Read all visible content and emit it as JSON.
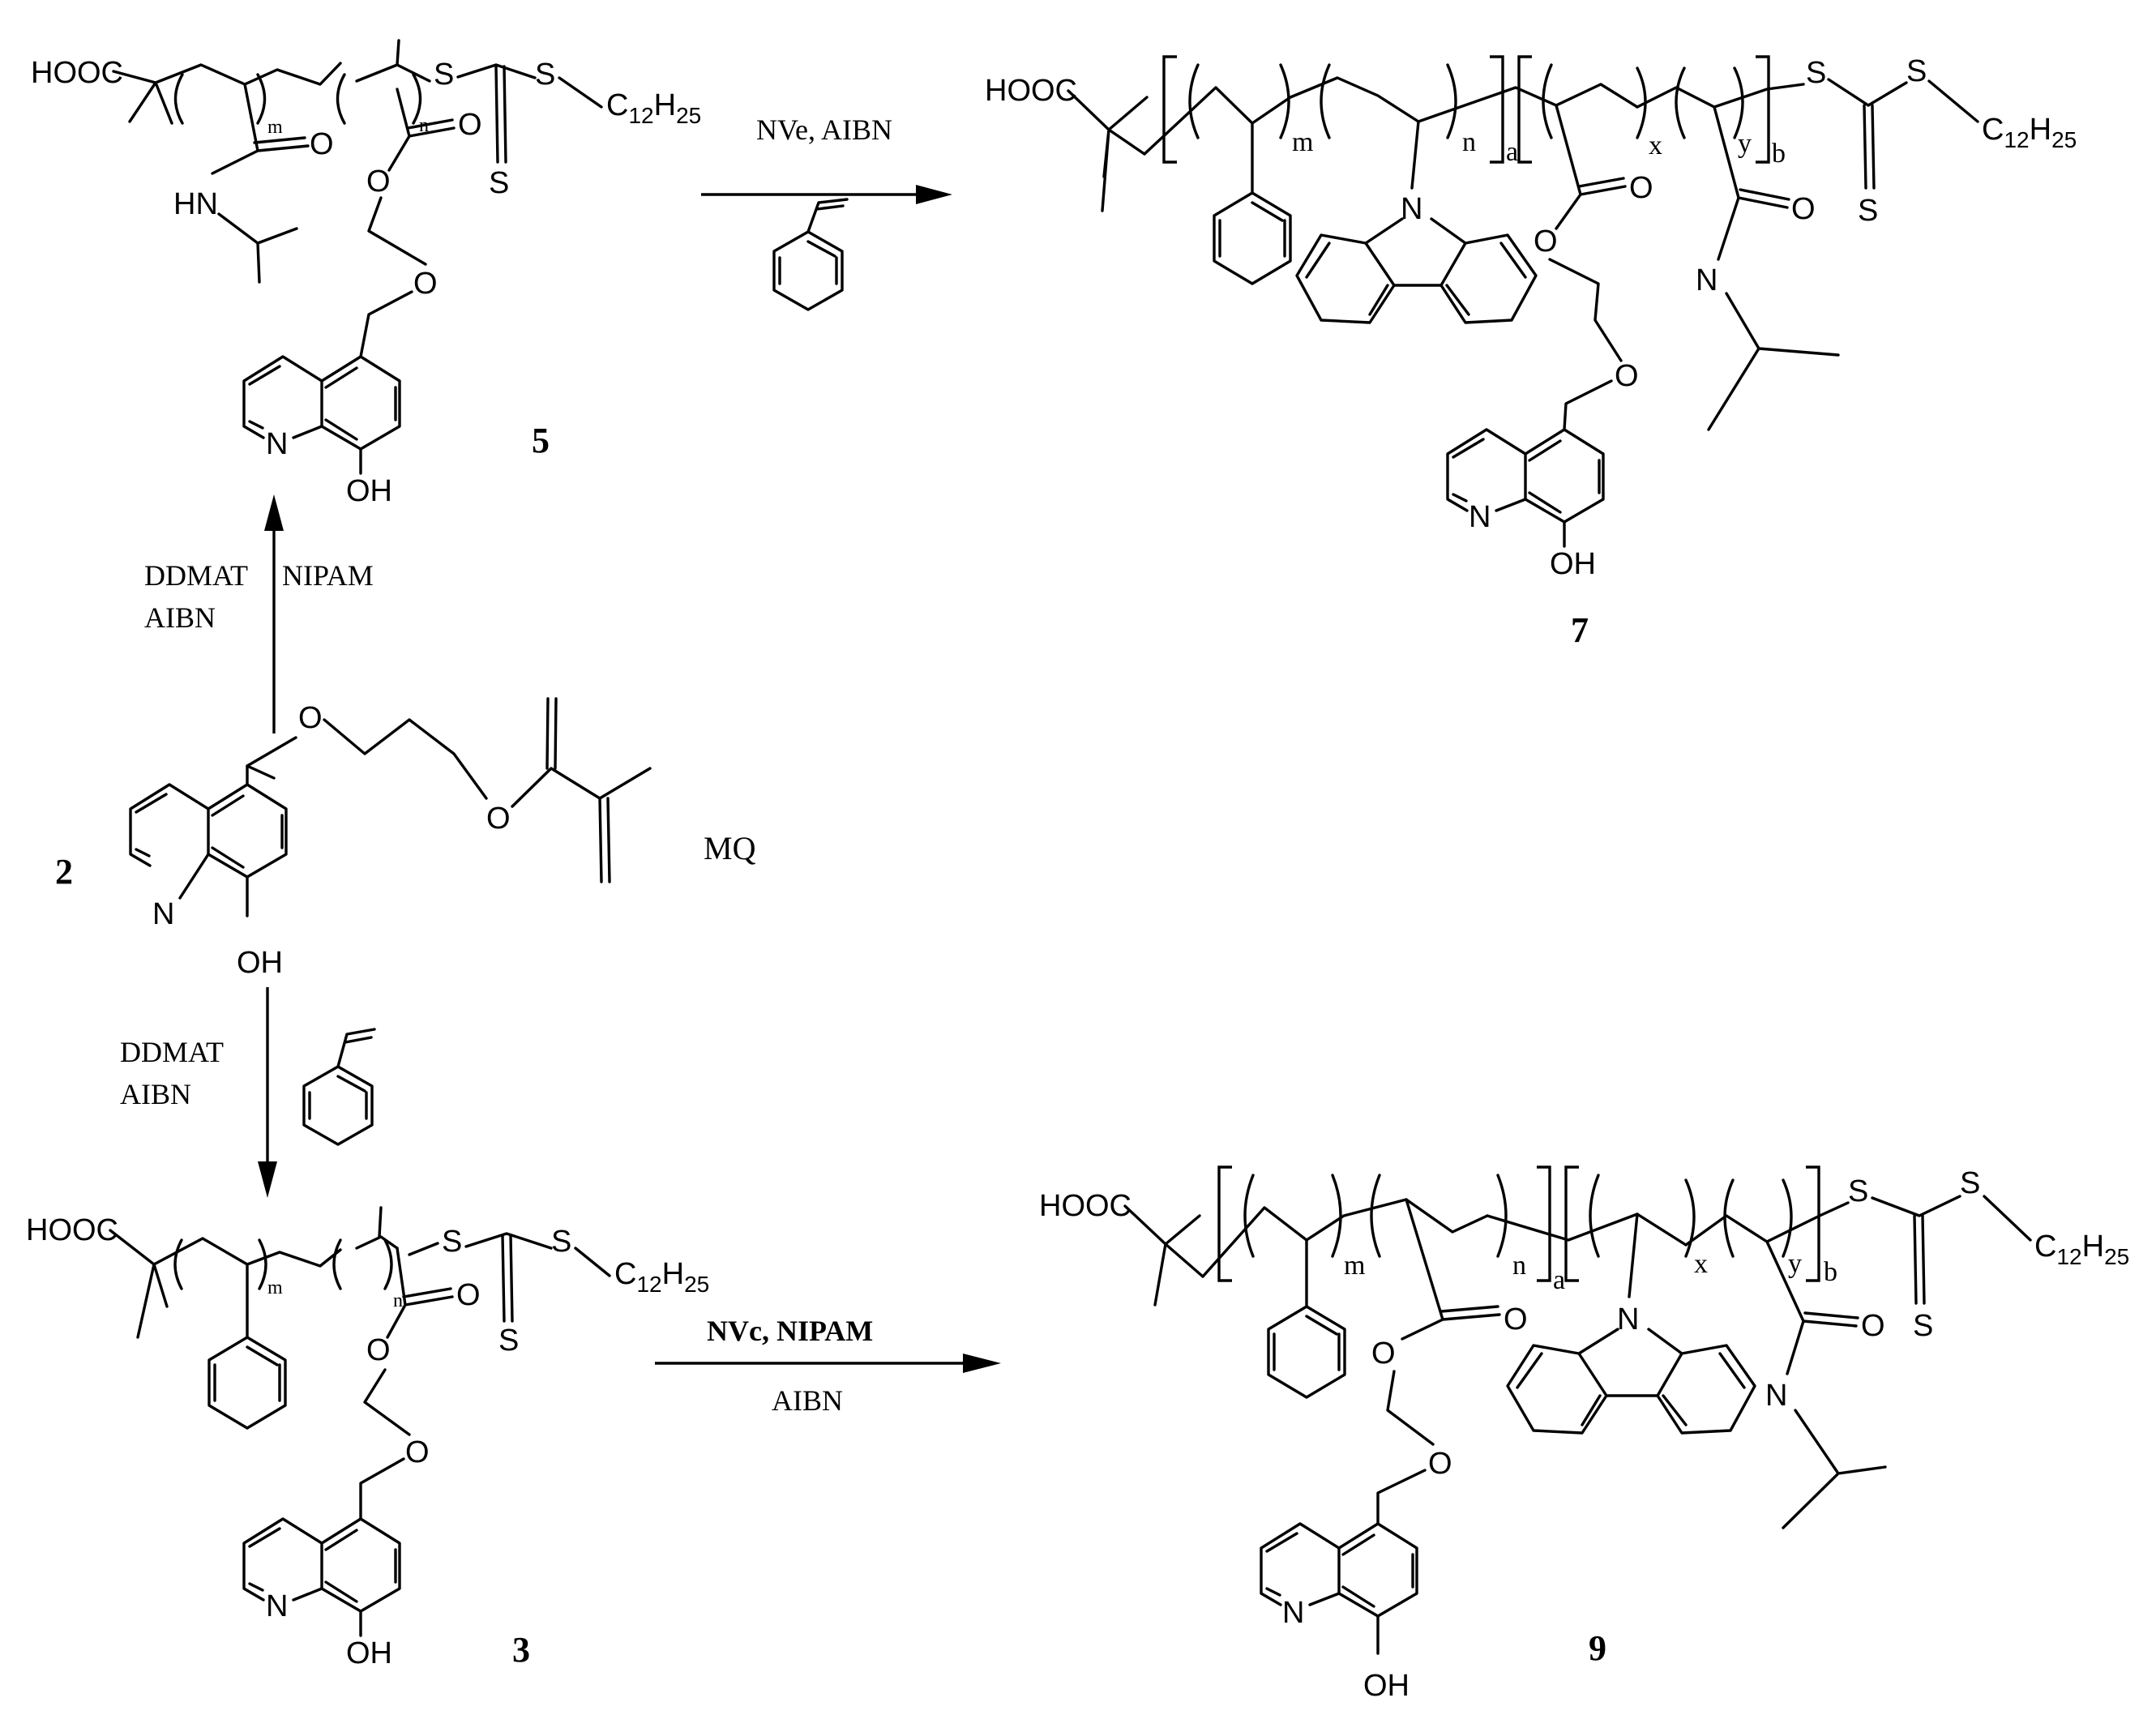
{
  "compounds": {
    "c5": "5",
    "c7": "7",
    "c2": "2",
    "c3": "3",
    "c9": "9"
  },
  "monomer_label": "MQ",
  "atoms": {
    "hooc": "HOOC",
    "s": "S",
    "o": "O",
    "n": "N",
    "hn": "HN",
    "oh": "OH",
    "c": "C",
    "c_sub1": "12",
    "h": "H",
    "c_sub2": "25"
  },
  "indices": {
    "m": "m",
    "n": "n",
    "a": "a",
    "b": "b",
    "x": "x",
    "y": "y"
  },
  "reagents": {
    "top_arrow": "NVe,  AIBN",
    "up_arrow_line1_left": "DDMAT",
    "up_arrow_line1_right": "NIPAM",
    "up_arrow_line2": "AIBN",
    "down_arrow_line1": "DDMAT",
    "down_arrow_line2": "AIBN",
    "bottom_arrow_bold": "NVc, NIPAM",
    "bottom_arrow_line2": "AIBN"
  }
}
